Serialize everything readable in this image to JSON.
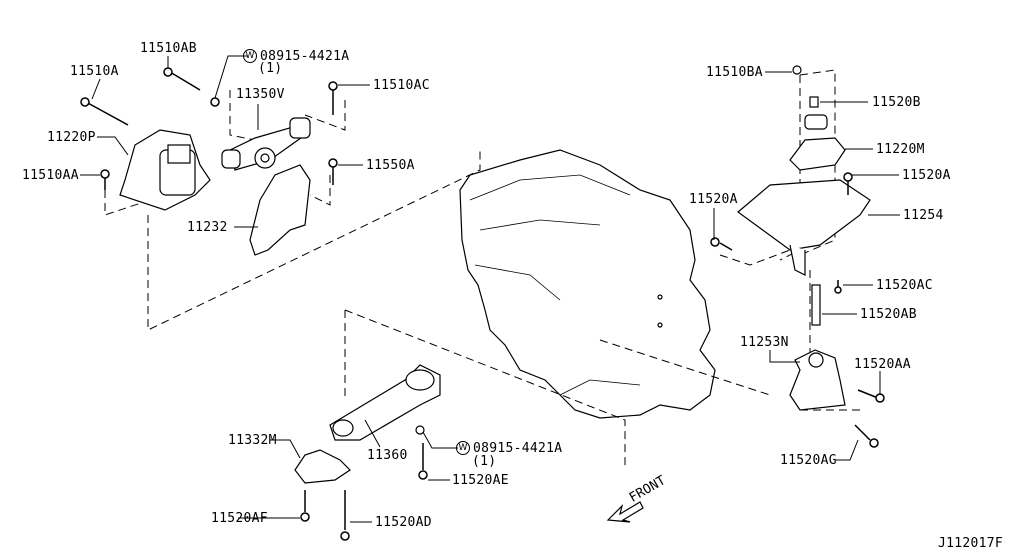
{
  "diagram_code": "J112017F",
  "front_label": "FRONT",
  "washer_symbol": "W",
  "parts": {
    "p11510AB": "11510AB",
    "washer_top_code": "08915-4421A",
    "washer_top_qty": "(1)",
    "p11510A": "11510A",
    "p11350V": "11350V",
    "p11510AC": "11510AC",
    "p11220P": "11220P",
    "p11510AA": "11510AA",
    "p11550A": "11550A",
    "p11232": "11232",
    "p11510BA": "11510BA",
    "p11520B": "11520B",
    "p11220M": "11220M",
    "p11520A_right": "11520A",
    "p11520A_left": "11520A",
    "p11254": "11254",
    "p11520AC": "11520AC",
    "p11520AB": "11520AB",
    "p11253N": "11253N",
    "p11520AA": "11520AA",
    "p11520AG": "11520AG",
    "p11332M": "11332M",
    "p11360": "11360",
    "washer_bottom_code": "08915-4421A",
    "washer_bottom_qty": "(1)",
    "p11520AE": "11520AE",
    "p11520AF": "11520AF",
    "p11520AD": "11520AD"
  }
}
